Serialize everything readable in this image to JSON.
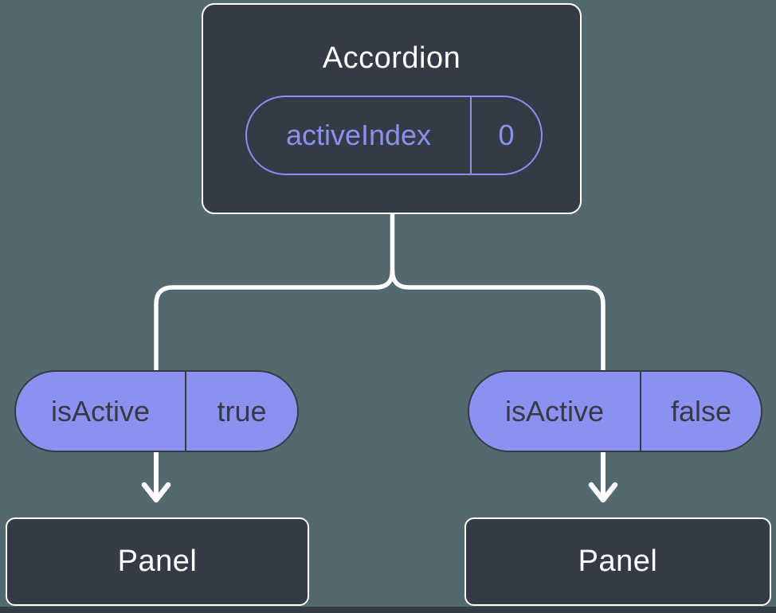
{
  "diagram": {
    "description": "Component tree showing state lifted to parent: Accordion passes isActive down to two Panels",
    "root_node": {
      "title": "Accordion",
      "prop_name": "activeIndex",
      "prop_value": "0"
    },
    "left_branch": {
      "prop_name": "isActive",
      "prop_value": "true",
      "node_label": "Panel"
    },
    "right_branch": {
      "prop_name": "isActive",
      "prop_value": "false",
      "node_label": "Panel"
    },
    "colors": {
      "background": "#53696F",
      "node_fill": "#343B47",
      "node_border": "#FFFFFF",
      "pill_fill": "#8C90EF",
      "pill_outline": "#8A90EE",
      "pill_text_dark": "#343B47",
      "connector": "#FFFFFF"
    }
  }
}
